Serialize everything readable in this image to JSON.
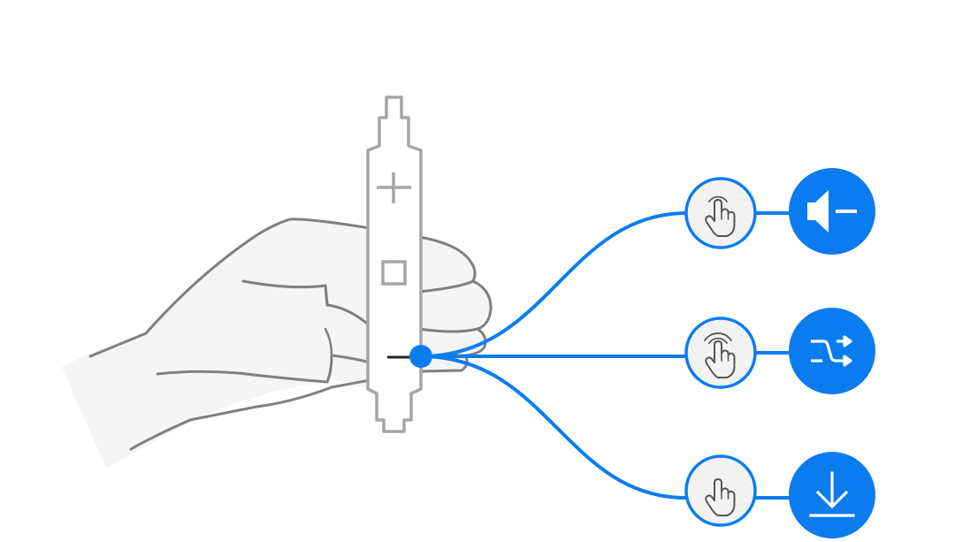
{
  "diagram": {
    "title": "",
    "colors": {
      "accent": "#0A7CF0",
      "device_stroke": "#A6A6A6",
      "hand_stroke": "#808080",
      "hand_fill": "#F5F5F5",
      "circle_fill": "#F2F2F2",
      "icon_stroke": "#555555",
      "white": "#FFFFFF"
    },
    "remote": {
      "buttons": [
        {
          "name": "plus-button",
          "glyph": "+"
        },
        {
          "name": "center-button",
          "glyph": "square"
        }
      ]
    },
    "gestures": [
      {
        "name": "double-tap",
        "gesture_icon": "double-tap-hand-icon",
        "action_icon": "volume-down-icon"
      },
      {
        "name": "triple-tap",
        "gesture_icon": "triple-tap-hand-icon",
        "action_icon": "shuffle-icon"
      },
      {
        "name": "single-tap",
        "gesture_icon": "single-tap-hand-icon",
        "action_icon": "download-icon"
      }
    ]
  }
}
